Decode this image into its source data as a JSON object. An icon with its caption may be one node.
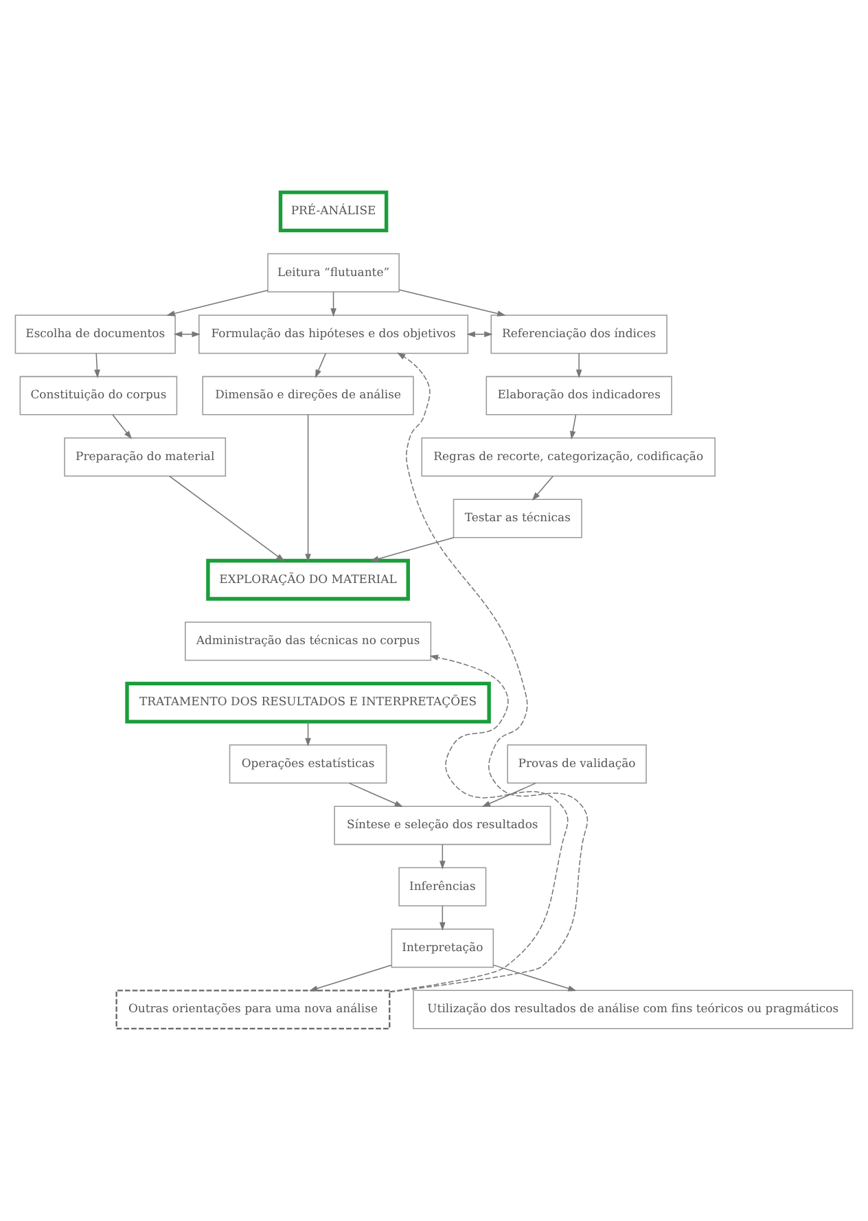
{
  "diagram": {
    "nodes": [
      {
        "text": [
          "PRÉ-ANÁLISE"
        ]
      },
      {
        "text": [
          "Leitura “flutuante”"
        ]
      },
      {
        "text": [
          "Escolha de documentos"
        ]
      },
      {
        "text": [
          "Formulação das hipóteses e dos objetivos"
        ]
      },
      {
        "text": [
          "Referenciação dos índices"
        ]
      },
      {
        "text": [
          "Constituição do corpus"
        ]
      },
      {
        "text": [
          "Dimensão e direções de análise"
        ]
      },
      {
        "text": [
          "Elaboração dos indicadores"
        ]
      },
      {
        "text": [
          "Preparação do material"
        ]
      },
      {
        "text": [
          "Regras de recorte, categorização, codificação"
        ]
      },
      {
        "text": [
          "Testar as técnicas"
        ]
      },
      {
        "text": [
          "EXPLORAÇÃO DO MATERIAL"
        ]
      },
      {
        "text": [
          "Administração das técnicas no corpus"
        ]
      },
      {
        "text": [
          "TRATAMENTO DOS RESULTADOS E INTERPRETAÇÕES"
        ]
      },
      {
        "text": [
          "Operações estatísticas"
        ]
      },
      {
        "text": [
          "Provas de validação"
        ]
      },
      {
        "text": [
          "Síntese e seleção dos resultados"
        ]
      },
      {
        "text": [
          "Inferências"
        ]
      },
      {
        "text": [
          "Interpretação"
        ]
      },
      {
        "text": [
          "Outras orientações para uma nova análise"
        ]
      },
      {
        "text": [
          "Utilização dos resultados de análise com fins teóricos ou pragmáticos"
        ]
      }
    ],
    "edges": [
      {
        "from": 1,
        "to": 2,
        "arrow": "to"
      },
      {
        "from": 1,
        "to": 3,
        "arrow": "to"
      },
      {
        "from": 1,
        "to": 4,
        "arrow": "to"
      },
      {
        "from": 2,
        "to": 3,
        "arrow": "both"
      },
      {
        "from": 3,
        "to": 4,
        "arrow": "both"
      },
      {
        "from": 2,
        "to": 5,
        "arrow": "to"
      },
      {
        "from": 3,
        "to": 6,
        "arrow": "to"
      },
      {
        "from": 4,
        "to": 7,
        "arrow": "to"
      },
      {
        "from": 5,
        "to": 8,
        "arrow": "to"
      },
      {
        "from": 7,
        "to": 9,
        "arrow": "to"
      },
      {
        "from": 9,
        "to": 10,
        "arrow": "to"
      },
      {
        "from": 8,
        "to": 11,
        "arrow": "to"
      },
      {
        "from": 6,
        "to": 11,
        "arrow": "to"
      },
      {
        "from": 10,
        "to": 11,
        "arrow": "to"
      },
      {
        "from": 13,
        "to": 14,
        "arrow": "to"
      },
      {
        "from": 14,
        "to": 16,
        "arrow": "to"
      },
      {
        "from": 15,
        "to": 16,
        "arrow": "to"
      },
      {
        "from": 16,
        "to": 17,
        "arrow": "to"
      },
      {
        "from": 17,
        "to": 18,
        "arrow": "to"
      },
      {
        "from": 18,
        "to": 19,
        "arrow": "to"
      },
      {
        "from": 18,
        "to": 20,
        "arrow": "to"
      },
      {
        "from": 19,
        "to": 3,
        "arrow": "to",
        "style": "dashed"
      },
      {
        "from": 19,
        "to": 12,
        "arrow": "to",
        "style": "dashed"
      }
    ]
  }
}
